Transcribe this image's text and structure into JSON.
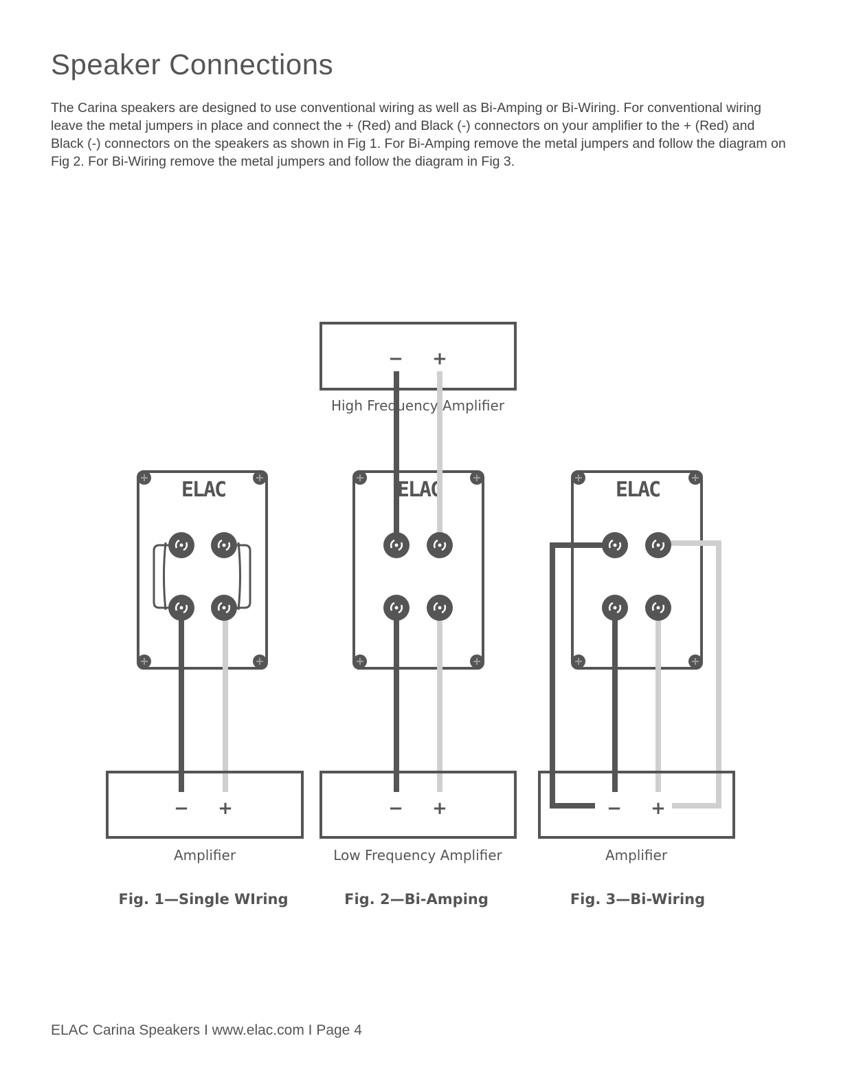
{
  "page": {
    "title": "Speaker Connections",
    "intro": "The Carina speakers are designed to use conventional wiring as well as Bi-Amping or Bi-Wiring. For conventional wiring leave the metal jumpers in place and connect the + (Red) and Black (-) connectors on your amplifier to the + (Red) and Black (-) connectors on the speakers as shown in Fig 1. For Bi-Amping remove the metal jumpers and follow the diagram on Fig 2. For Bi-Wiring remove the metal jumpers and follow the diagram in Fig 3.",
    "footer": "ELAC Carina Speakers I www.elac.com I Page 4"
  },
  "diagram": {
    "brand_logo": "ELAC",
    "minus_sign": "−",
    "plus_sign": "+",
    "high_amp_label": "High Frequency Amplifier",
    "fig1": {
      "amp_label": "Amplifier",
      "caption": "Fig. 1—Single WIring"
    },
    "fig2": {
      "amp_label": "Low Frequency Amplifier",
      "caption": "Fig. 2—Bi-Amping"
    },
    "fig3": {
      "amp_label": "Amplifier",
      "caption": "Fig. 3—Bi-Wiring"
    }
  },
  "colors": {
    "dark_wire": "#555555",
    "light_wire": "#cfcfcf",
    "outline": "#555555"
  }
}
